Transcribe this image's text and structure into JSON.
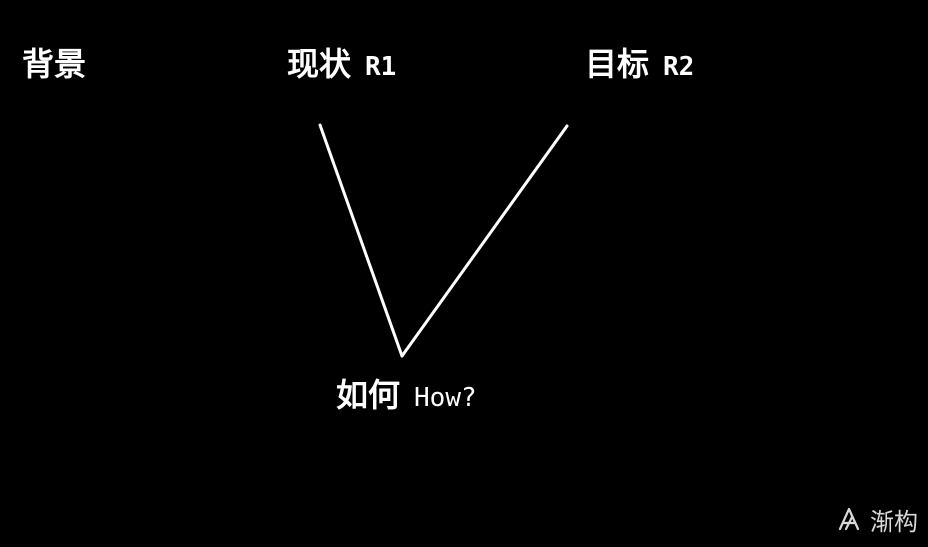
{
  "labels": {
    "background": "背景",
    "current": {
      "zh": "现状",
      "en": "R1"
    },
    "target": {
      "zh": "目标",
      "en": "R2"
    },
    "how": {
      "zh": "如何",
      "en": "How?"
    }
  },
  "watermark": {
    "text": "渐构",
    "icon": "logo-icon"
  },
  "colors": {
    "background": "#000000",
    "foreground": "#ffffff",
    "watermark": "#d8d8d8"
  }
}
